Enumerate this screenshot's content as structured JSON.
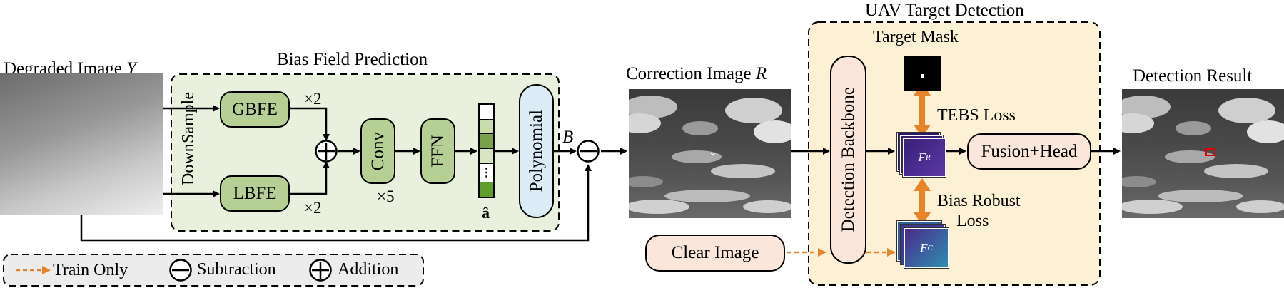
{
  "inputs": {
    "degraded_label": "Degraded Image",
    "degraded_var": "Y",
    "correction_label": "Correction Image",
    "correction_var": "R",
    "detection_result_label": "Detection Result"
  },
  "bias_field": {
    "title": "Bias Field Prediction",
    "down_sample_line1": "Down",
    "down_sample_line2": "Sample",
    "gbfe_label": "GBFE",
    "lbfe_label": "LBFE",
    "gbfe_repeat": "×2",
    "lbfe_repeat": "×2",
    "conv_label": "Conv",
    "conv_repeat": "×5",
    "ffn_label": "FFN",
    "coef_label": "â",
    "polynomial_label": "Polynomial",
    "bias_var": "B"
  },
  "uav": {
    "title": "UAV Target Detection",
    "target_mask_label": "Target Mask",
    "backbone_label": "Detection Backbone",
    "tebs_loss": "TEBS Loss",
    "bias_robust_loss_line1": "Bias Robust",
    "bias_robust_loss_line2": "Loss",
    "fusion_head_label": "Fusion+Head",
    "fr_label": "F",
    "fr_sub": "R",
    "fc_label": "F",
    "fc_sub": "C"
  },
  "clear_image_label": "Clear Image",
  "legend": {
    "train_only": "Train Only",
    "subtraction": "Subtraction",
    "addition": "Addition"
  },
  "colors": {
    "bias_panel_bg": "#e9f0de",
    "block_green": "#b6cf94",
    "polynomial_bg": "#dcecf6",
    "uav_panel_bg": "#fdf1d5",
    "pink_box_bg": "#fbe6dc",
    "train_only_arrow": "#e8832a",
    "legend_bg": "#ececec"
  }
}
